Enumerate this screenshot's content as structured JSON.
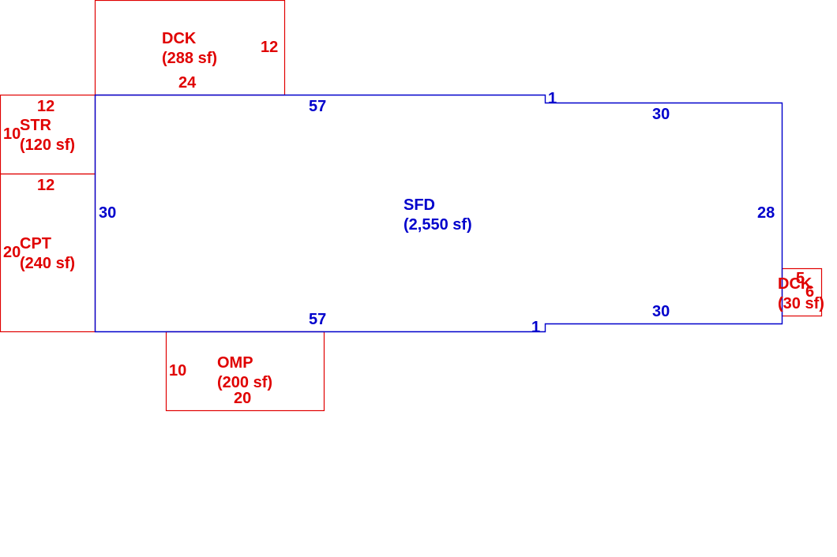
{
  "colors": {
    "addition": "#e00000",
    "main_structure": "#0000cc",
    "background": "#ffffff"
  },
  "areas": {
    "dck_top": {
      "code": "DCK",
      "area": "(288 sf)",
      "dims": {
        "width": "24",
        "depth": "12"
      }
    },
    "str": {
      "code": "STR",
      "area": "(120 sf)",
      "dims": {
        "width": "12",
        "depth": "10"
      }
    },
    "cpt": {
      "code": "CPT",
      "area": "(240 sf)",
      "dims": {
        "width": "12",
        "depth": "20"
      }
    },
    "sfd": {
      "code": "SFD",
      "area": "(2,550 sf)",
      "dims": {
        "top_left": "57",
        "top_jog": "1",
        "top_right": "30",
        "left": "30",
        "right": "28",
        "bottom_left": "57",
        "bottom_jog": "1",
        "bottom_right": "30"
      }
    },
    "omp": {
      "code": "OMP",
      "area": "(200 sf)",
      "dims": {
        "width": "20",
        "depth": "10"
      }
    },
    "dck_right": {
      "code": "DCK",
      "area": "(30 sf)",
      "dims": {
        "width": "5",
        "depth": "6"
      }
    }
  }
}
